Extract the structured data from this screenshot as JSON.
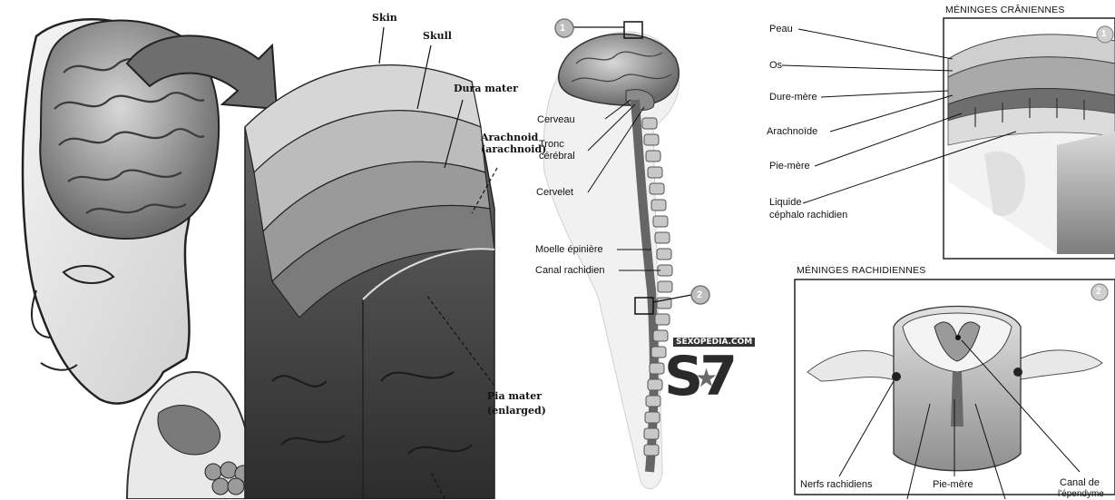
{
  "left_panel": {
    "labels": {
      "skin": "Skin",
      "skull": "Skull",
      "dura": "Dura mater",
      "arachnoid_1": "Arachnoid",
      "arachnoid_2": "(arachnoid)",
      "pia_1": "Pia mater",
      "pia_2": "(enlarged)"
    }
  },
  "middle_panel": {
    "marker_1": "1",
    "marker_2": "2",
    "labels": {
      "cerveau": "Cerveau",
      "tronc_1": "Tronc",
      "tronc_2": "cérébral",
      "cervelet": "Cervelet",
      "moelle": "Moelle épinière",
      "canal": "Canal rachidien"
    },
    "watermark": {
      "site": "SEXOPEDIA.COM",
      "logo": "S7"
    }
  },
  "right_top": {
    "title": "MÉNINGES CRÂNIENNES",
    "marker": "1",
    "labels": {
      "peau": "Peau",
      "os": "Os",
      "dure": "Dure-mère",
      "arachnoide": "Arachnoïde",
      "pie": "Pie-mère",
      "lcr_1": "Liquide",
      "lcr_2": "céphalo rachidien"
    }
  },
  "right_bottom": {
    "title": "MÉNINGES RACHIDIENNES",
    "marker": "2",
    "labels": {
      "nerfs": "Nerfs rachidiens",
      "pie": "Pie-mère",
      "canal_1": "Canal de",
      "canal_2": "l'épendyme"
    }
  }
}
